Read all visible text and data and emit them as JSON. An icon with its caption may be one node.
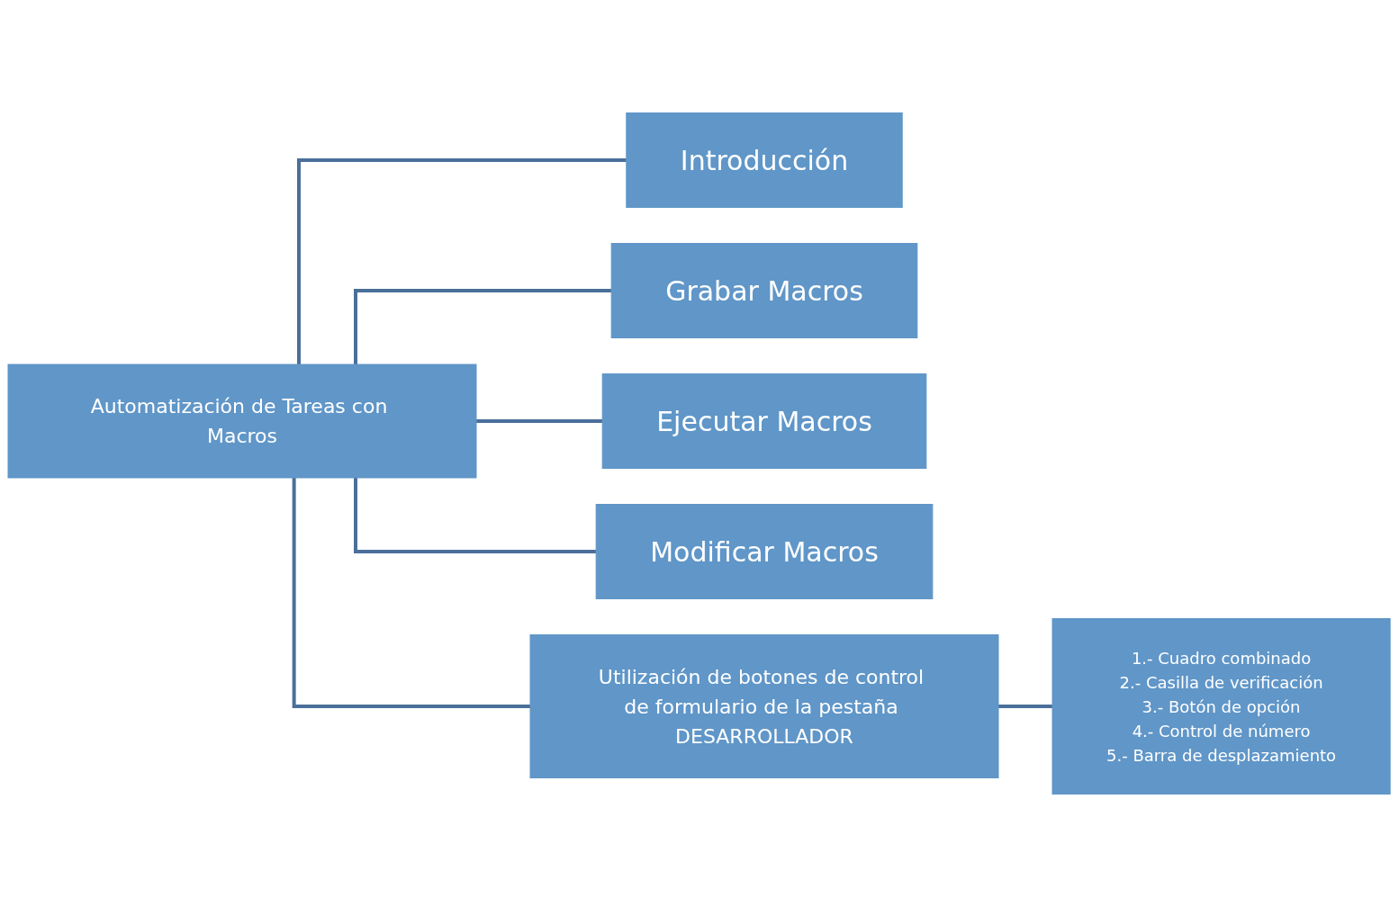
{
  "diagram": {
    "nodes": [
      {
        "text": [
          "Automatización de Tareas con Macros"
        ]
      },
      {
        "text": [
          "Introducción"
        ]
      },
      {
        "text": [
          "Grabar Macros"
        ]
      },
      {
        "text": [
          "Ejecutar Macros"
        ]
      },
      {
        "text": [
          "Modificar Macros"
        ]
      },
      {
        "text": [
          "Utilización de botones de control de formulario de la pestaña DESARROLLADOR"
        ]
      },
      {
        "text": [
          "1.- Cuadro combinado",
          "2.- Casilla de verificación",
          "3.- Botón de opción",
          "4.- Control de número",
          "5.- Barra de desplazamiento"
        ]
      }
    ],
    "edges": [
      {
        "from": 0,
        "to": 1,
        "arrow": "none"
      },
      {
        "from": 0,
        "to": 2,
        "arrow": "none"
      },
      {
        "from": 0,
        "to": 3,
        "arrow": "none"
      },
      {
        "from": 0,
        "to": 4,
        "arrow": "none"
      },
      {
        "from": 0,
        "to": 5,
        "arrow": "none"
      },
      {
        "from": 5,
        "to": 6,
        "arrow": "none"
      }
    ]
  }
}
